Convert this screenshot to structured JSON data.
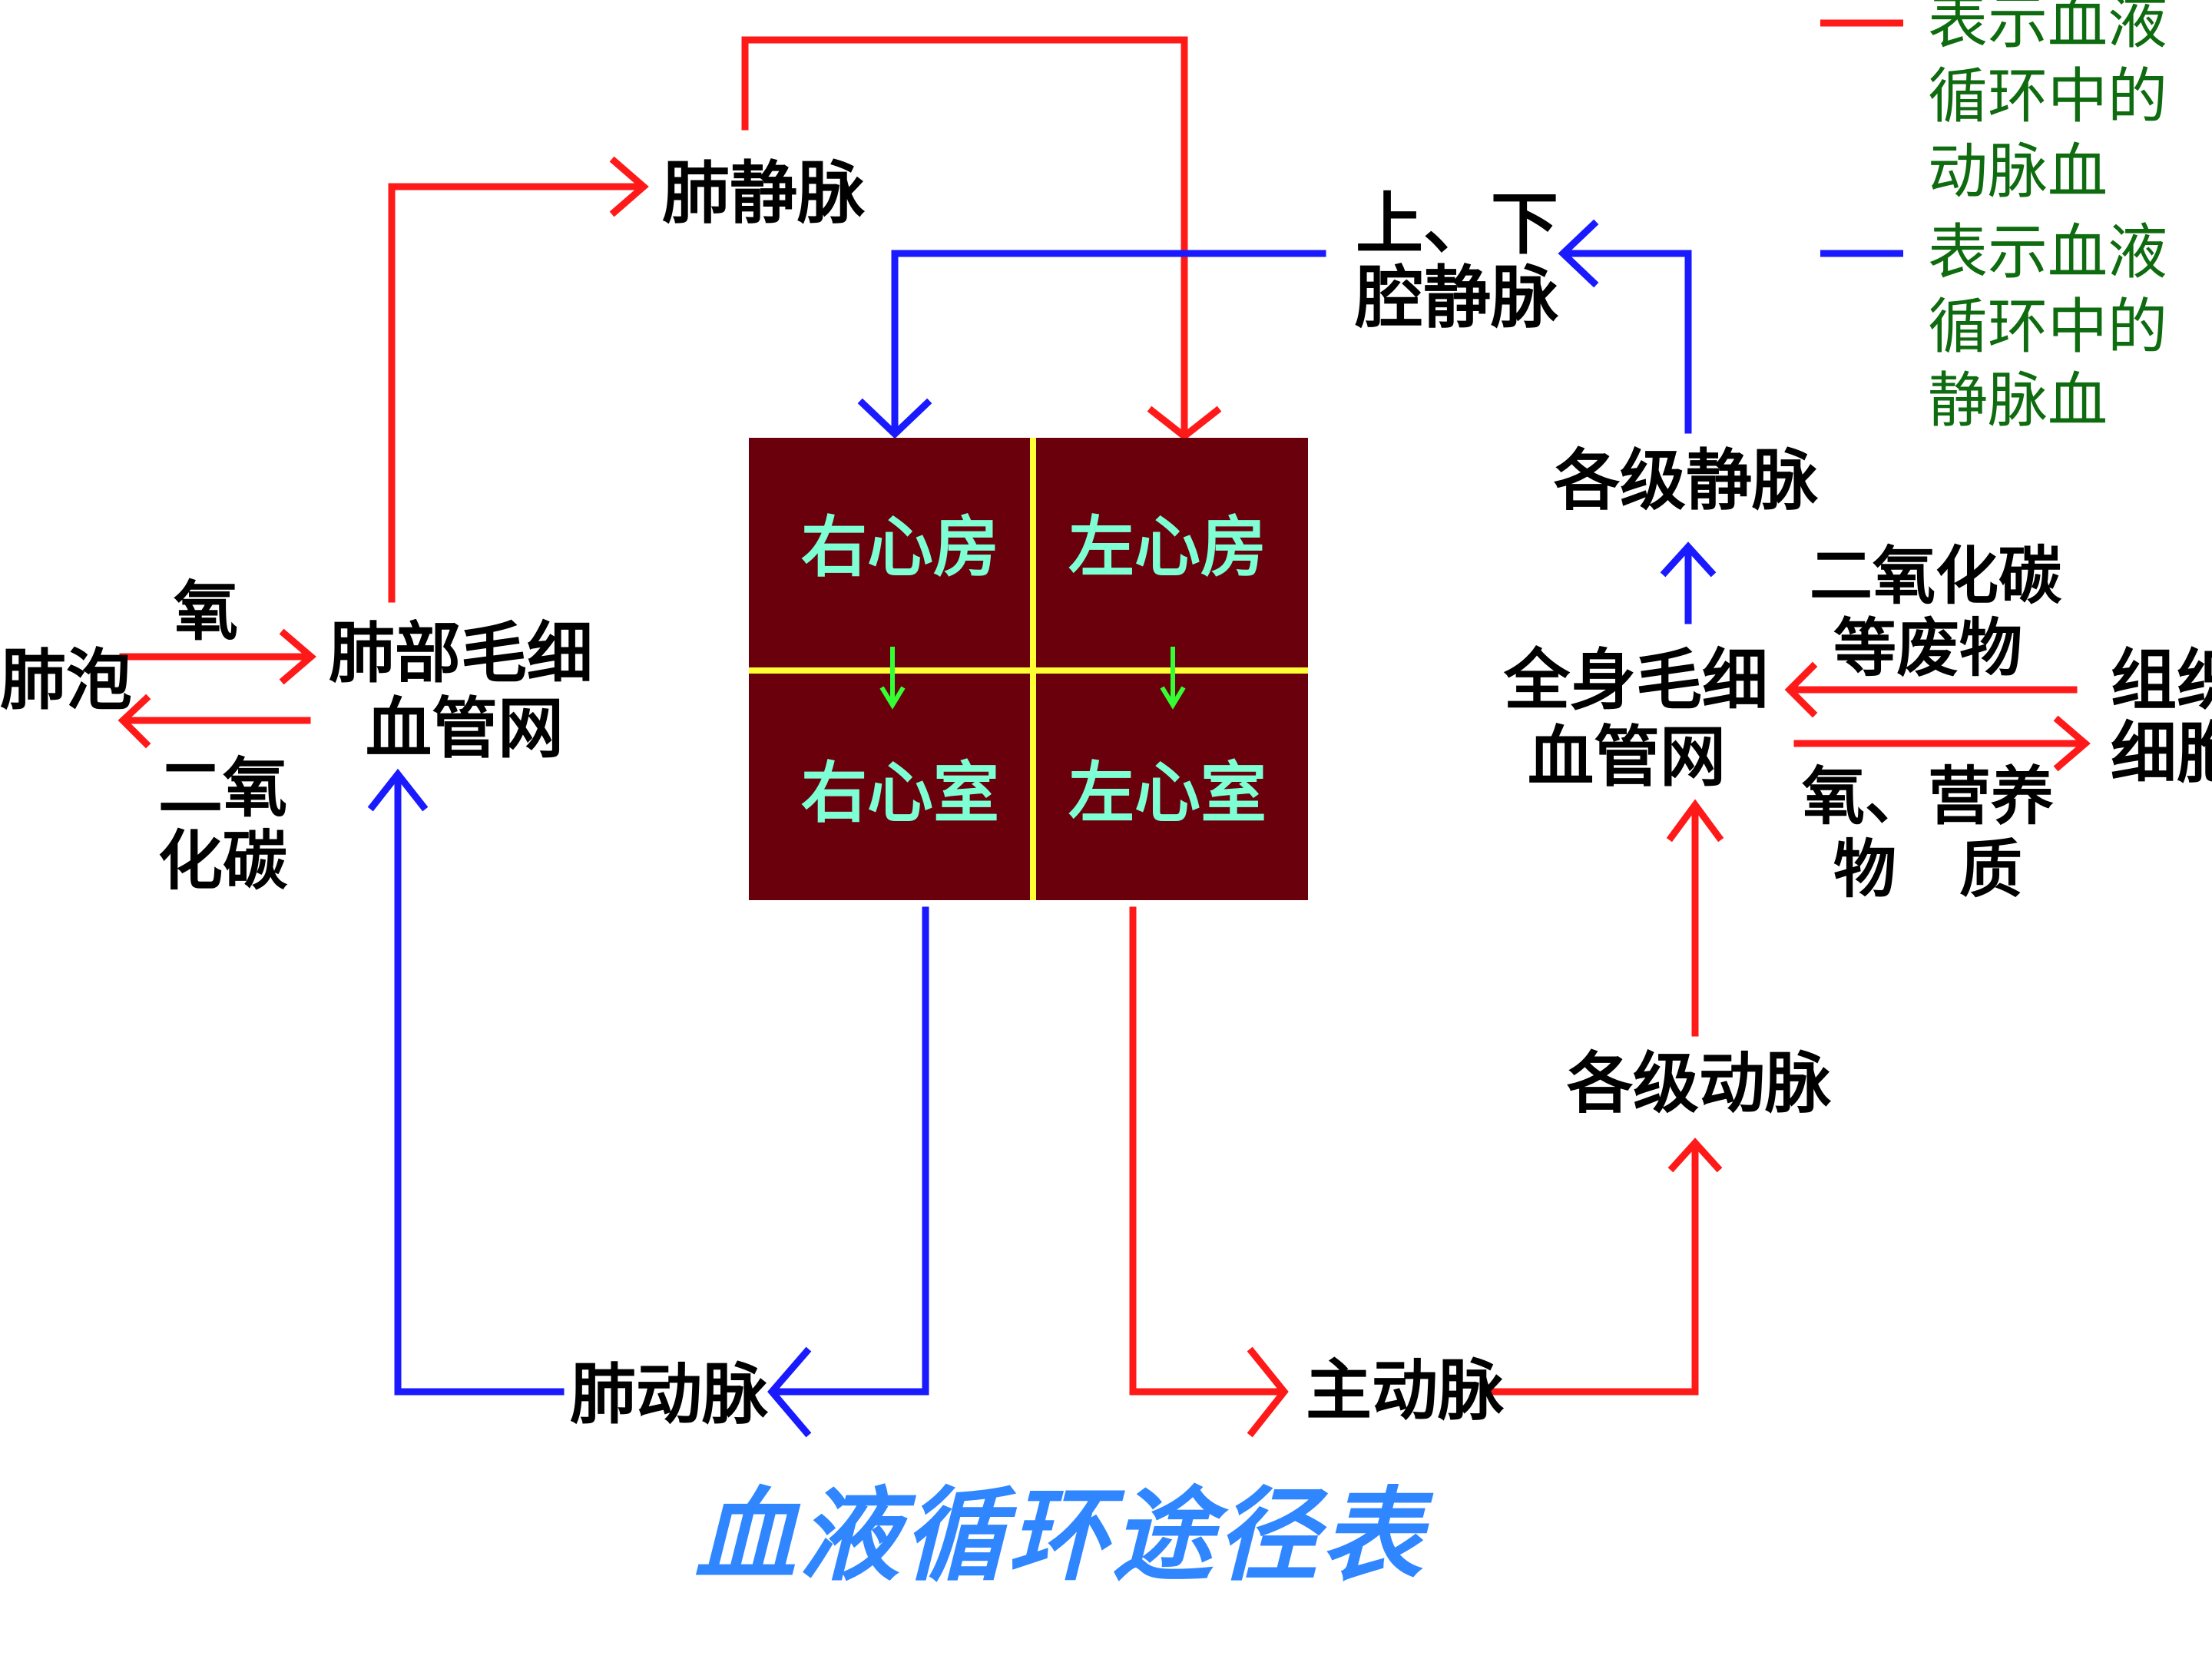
{
  "labels": {
    "pulmonary_vein": "肺静脉",
    "vena_cava_line1": "上、下",
    "vena_cava_line2": "腔静脉",
    "veins_all": "各级静脉",
    "co2_waste_line1": "二氧化碳",
    "co2_waste_line2": "等废物",
    "tissue_line1": "组织",
    "tissue_line2": "细胞",
    "body_capillary_line1": "全身毛细",
    "body_capillary_line2": "血管网",
    "oxygen_nutrients_line1": "氧、营养",
    "oxygen_nutrients_line2": "物　质",
    "arteries_all": "各级动脉",
    "aorta": "主动脉",
    "pulmonary_artery": "肺动脉",
    "lung_capillary_line1": "肺部毛细",
    "lung_capillary_line2": "血管网",
    "alveoli": "肺泡",
    "oxygen": "氧",
    "co2_line1": "二氧",
    "co2_line2": "化碳"
  },
  "heart": {
    "right_atrium": "右心房",
    "left_atrium": "左心房",
    "right_ventricle": "右心室",
    "left_ventricle": "左心室",
    "fill_color": "#6b000d",
    "divider_color": "#ffff33",
    "valve_arrow_color": "#33ff33"
  },
  "legend": {
    "arterial": {
      "color": "#ff1a1a",
      "line1": "表示血液",
      "line2": "循环中的",
      "line3": "动脉血"
    },
    "venous": {
      "color": "#1a1aff",
      "line1": "表示血液",
      "line2": "循环中的",
      "line3": "静脉血"
    }
  },
  "title": "血液循环途径表"
}
